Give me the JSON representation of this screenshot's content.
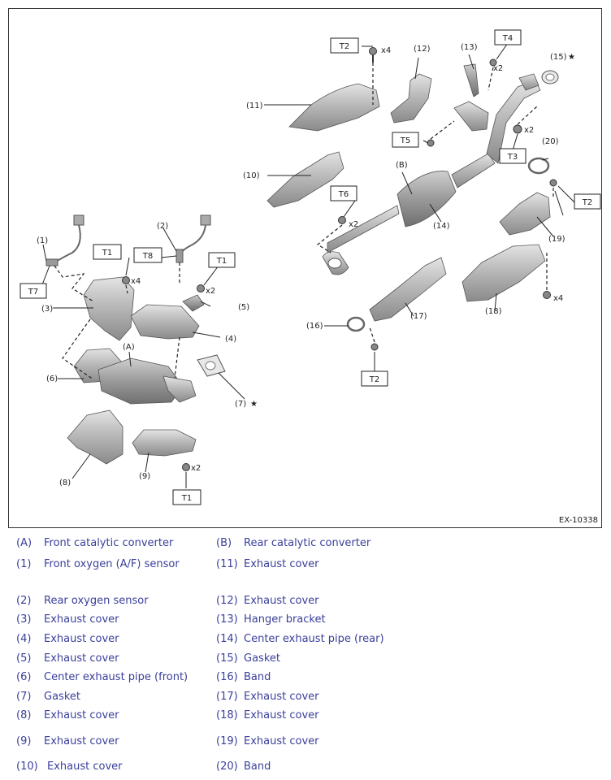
{
  "figure_id": "EX-10338",
  "callouts": {
    "c1": "(1)",
    "c2": "(2)",
    "c3": "(3)",
    "c4": "(4)",
    "c5": "(5)",
    "c6": "(6)",
    "c7": "(7)",
    "c8": "(8)",
    "c9": "(9)",
    "c10": "(10)",
    "c11": "(11)",
    "c12": "(12)",
    "c13": "(13)",
    "c14": "(14)",
    "c15": "(15)",
    "c16": "(16)",
    "c17": "(17)",
    "c18": "(18)",
    "c19": "(19)",
    "c20": "(20)",
    "cA": "(A)",
    "cB": "(B)",
    "star": "★"
  },
  "torque": {
    "t1": "T1",
    "t2": "T2",
    "t3": "T3",
    "t4": "T4",
    "t5": "T5",
    "t6": "T6",
    "t7": "T7",
    "t8": "T8"
  },
  "quantities": {
    "x2": "x2",
    "x4": "x4"
  },
  "legend": [
    {
      "code": "(A)",
      "name": "Front catalytic converter",
      "code2": "(B)",
      "name2": "Rear catalytic converter"
    },
    {
      "code": "(1)",
      "name": "Front oxygen (A/F) sensor",
      "code2": "(11)",
      "name2": "Exhaust cover"
    },
    {
      "code": "(2)",
      "name": "Rear oxygen sensor",
      "code2": "(12)",
      "name2": "Exhaust cover"
    },
    {
      "code": "(3)",
      "name": "Exhaust cover",
      "code2": "(13)",
      "name2": "Hanger bracket"
    },
    {
      "code": "(4)",
      "name": "Exhaust cover",
      "code2": "(14)",
      "name2": "Center exhaust pipe (rear)"
    },
    {
      "code": "(5)",
      "name": "Exhaust cover",
      "code2": "(15)",
      "name2": "Gasket"
    },
    {
      "code": "(6)",
      "name": "Center exhaust pipe (front)",
      "code2": "(16)",
      "name2": "Band"
    },
    {
      "code": "(7)",
      "name": "Gasket",
      "code2": "(17)",
      "name2": "Exhaust cover"
    },
    {
      "code": "(8)",
      "name": "Exhaust cover",
      "code2": "(18)",
      "name2": "Exhaust cover"
    },
    {
      "code": "(9)",
      "name": "Exhaust cover",
      "code2": "(19)",
      "name2": "Exhaust cover"
    },
    {
      "code": "(10)",
      "name": "Exhaust cover",
      "code2": "(20)",
      "name2": "Band"
    }
  ]
}
